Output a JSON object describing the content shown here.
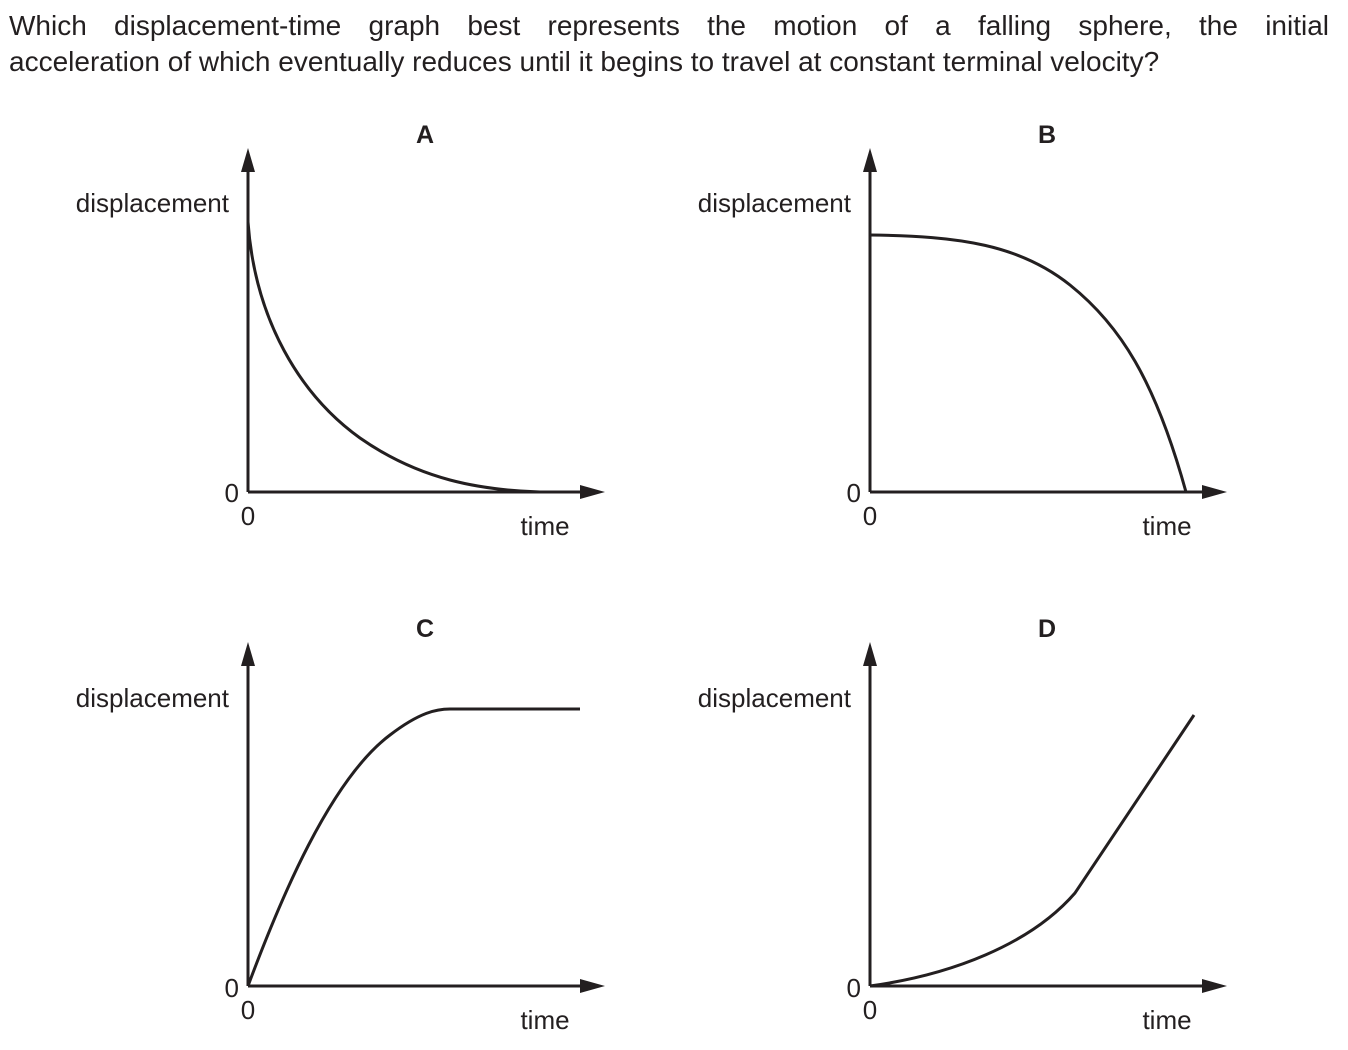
{
  "question": {
    "line1": "Which displacement-time graph best represents the motion of a falling sphere, the initial",
    "line2": "acceleration of which eventually reduces until it begins to travel at constant terminal velocity?"
  },
  "graphs": [
    {
      "option": "A",
      "ylabel": "displacement",
      "xlabel": "time",
      "y_origin_label": "0",
      "x_origin_label": "0",
      "curve": "exponential decay from maximum displacement toward zero"
    },
    {
      "option": "B",
      "ylabel": "displacement",
      "xlabel": "time",
      "y_origin_label": "0",
      "x_origin_label": "0",
      "curve": "starts at high displacement, falls increasingly steeply to zero"
    },
    {
      "option": "C",
      "ylabel": "displacement",
      "xlabel": "time",
      "y_origin_label": "0",
      "x_origin_label": "0",
      "curve": "rises from zero with decreasing gradient, then constant"
    },
    {
      "option": "D",
      "ylabel": "displacement",
      "xlabel": "time",
      "y_origin_label": "0",
      "x_origin_label": "0",
      "curve": "rises from zero with increasing gradient, then straight line"
    }
  ],
  "colors": {
    "ink": "#231f20",
    "background": "#ffffff"
  }
}
